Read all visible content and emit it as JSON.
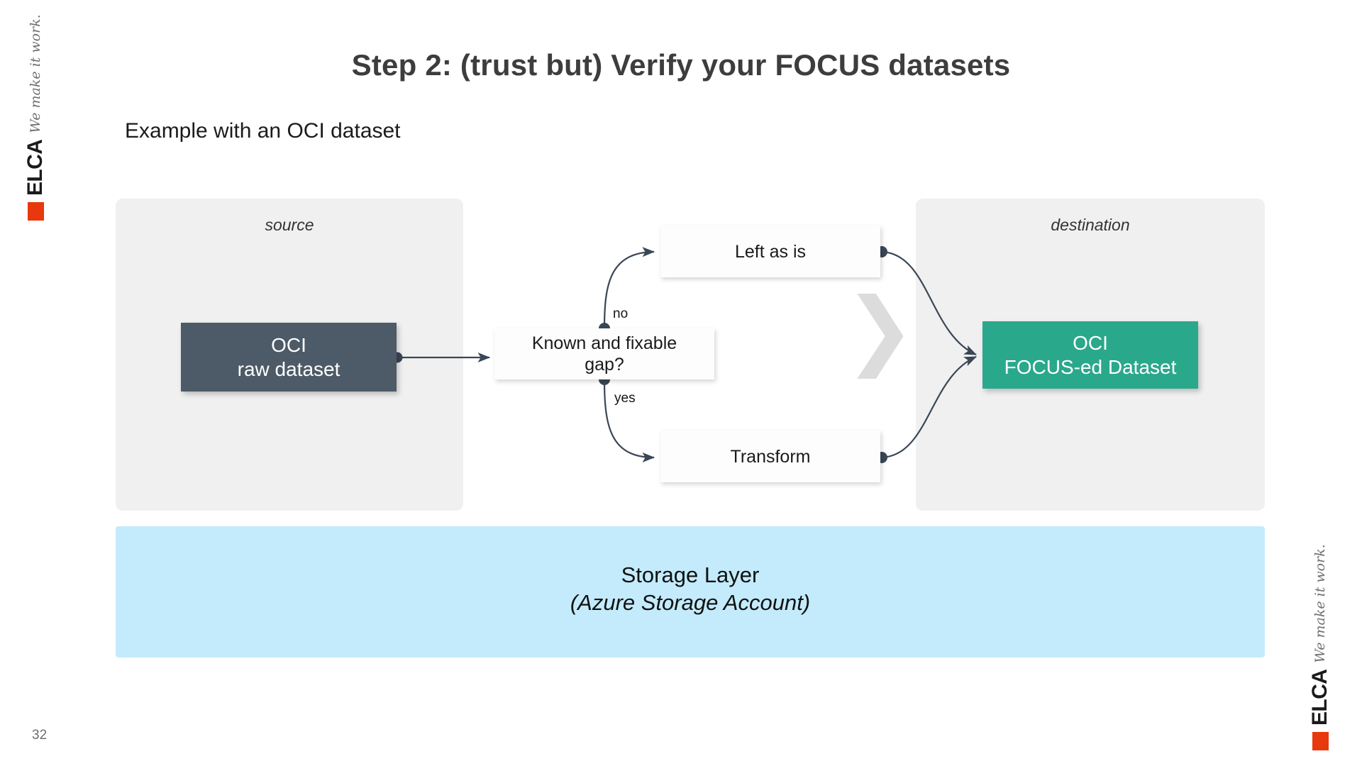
{
  "slide": {
    "title": "Step 2: (trust but) Verify your FOCUS datasets",
    "subtitle": "Example with an OCI dataset",
    "page_number": "32"
  },
  "panels": {
    "source_label": "source",
    "destination_label": "destination"
  },
  "nodes": {
    "raw_dataset": {
      "line1": "OCI",
      "line2": "raw dataset"
    },
    "decision": {
      "line1": "Known and fixable",
      "line2": "gap?"
    },
    "left_as_is": "Left as is",
    "transform": "Transform",
    "focused_dataset": {
      "line1": "OCI",
      "line2": "FOCUS-ed Dataset"
    }
  },
  "edges": {
    "no_label": "no",
    "yes_label": "yes"
  },
  "storage": {
    "title": "Storage Layer",
    "subtitle": "(Azure Storage Account)"
  },
  "branding": {
    "word": "ELCA",
    "tagline": "We make it work.",
    "mark": "red-square-icon"
  },
  "decor": {
    "chevron": "❯"
  },
  "colors": {
    "dark_box": "#4d5a67",
    "green_box": "#2aa88c",
    "panel_gray": "#f0f0f0",
    "storage_blue": "#c3ebfb",
    "connector": "#3a4756",
    "brand_red": "#e8380d",
    "title_gray": "#3d3d3d"
  }
}
